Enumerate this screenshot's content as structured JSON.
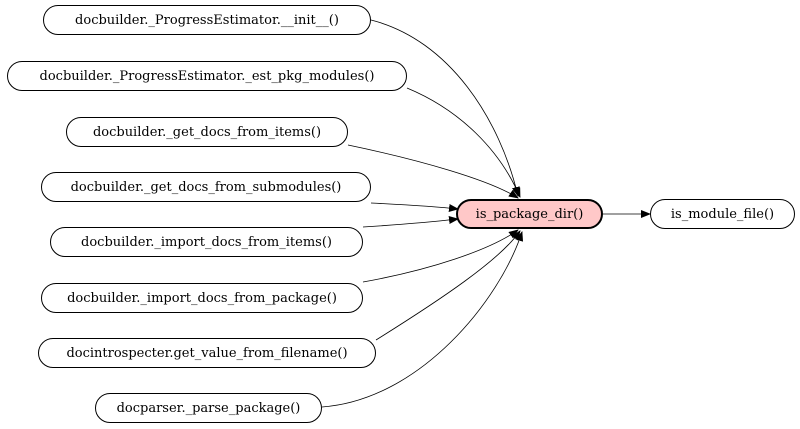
{
  "graph": {
    "callers": [
      "docbuilder._ProgressEstimator.__init__()",
      "docbuilder._ProgressEstimator._est_pkg_modules()",
      "docbuilder._get_docs_from_items()",
      "docbuilder._get_docs_from_submodules()",
      "docbuilder._import_docs_from_items()",
      "docbuilder._import_docs_from_package()",
      "docintrospecter.get_value_from_filename()",
      "docparser._parse_package()"
    ],
    "focus": "is_package_dir()",
    "callee": "is_module_file()",
    "colors": {
      "focus_fill": "#ffc8c8",
      "edge": "#000000"
    }
  }
}
